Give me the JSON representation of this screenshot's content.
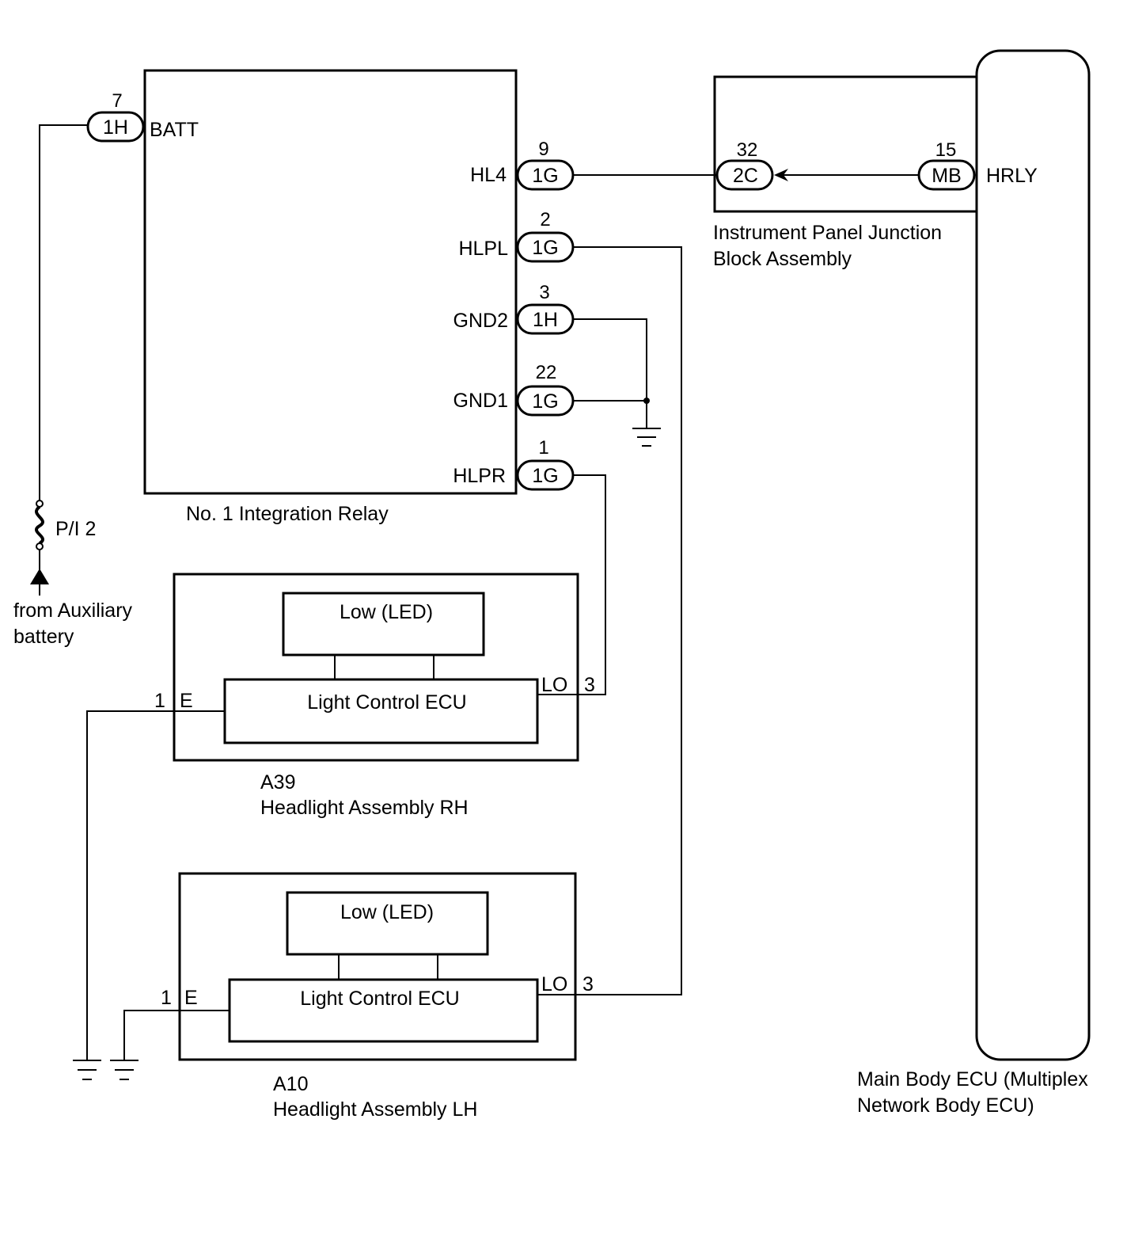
{
  "components": {
    "integration_relay": {
      "name": "No. 1 Integration Relay",
      "terminals": {
        "batt": {
          "label": "BATT",
          "connector": "1H",
          "pin": "7"
        },
        "hl4": {
          "label": "HL4",
          "connector": "1G",
          "pin": "9"
        },
        "hlpl": {
          "label": "HLPL",
          "connector": "1G",
          "pin": "2"
        },
        "gnd2": {
          "label": "GND2",
          "connector": "1H",
          "pin": "3"
        },
        "gnd1": {
          "label": "GND1",
          "connector": "1G",
          "pin": "22"
        },
        "hlpr": {
          "label": "HLPR",
          "connector": "1G",
          "pin": "1"
        }
      }
    },
    "junction_block": {
      "name_line1": "Instrument Panel Junction",
      "name_line2": "Block Assembly",
      "connector": "2C",
      "pin": "32"
    },
    "main_body_ecu": {
      "name_line1": "Main Body ECU (Multiplex",
      "name_line2": "Network Body ECU)",
      "terminal": {
        "label": "HRLY",
        "connector": "MB",
        "pin": "15"
      }
    },
    "fuse": {
      "label": "P/I 2"
    },
    "power_source": {
      "line1": "from Auxiliary",
      "line2": "battery"
    },
    "headlight_rh": {
      "code": "A39",
      "name": "Headlight Assembly RH",
      "inner_top": "Low (LED)",
      "inner_ecu": "Light Control ECU",
      "left_pin": "1",
      "left_label": "E",
      "right_label": "LO",
      "right_pin": "3"
    },
    "headlight_lh": {
      "code": "A10",
      "name": "Headlight Assembly LH",
      "inner_top": "Low (LED)",
      "inner_ecu": "Light Control ECU",
      "left_pin": "1",
      "left_label": "E",
      "right_label": "LO",
      "right_pin": "3"
    }
  }
}
